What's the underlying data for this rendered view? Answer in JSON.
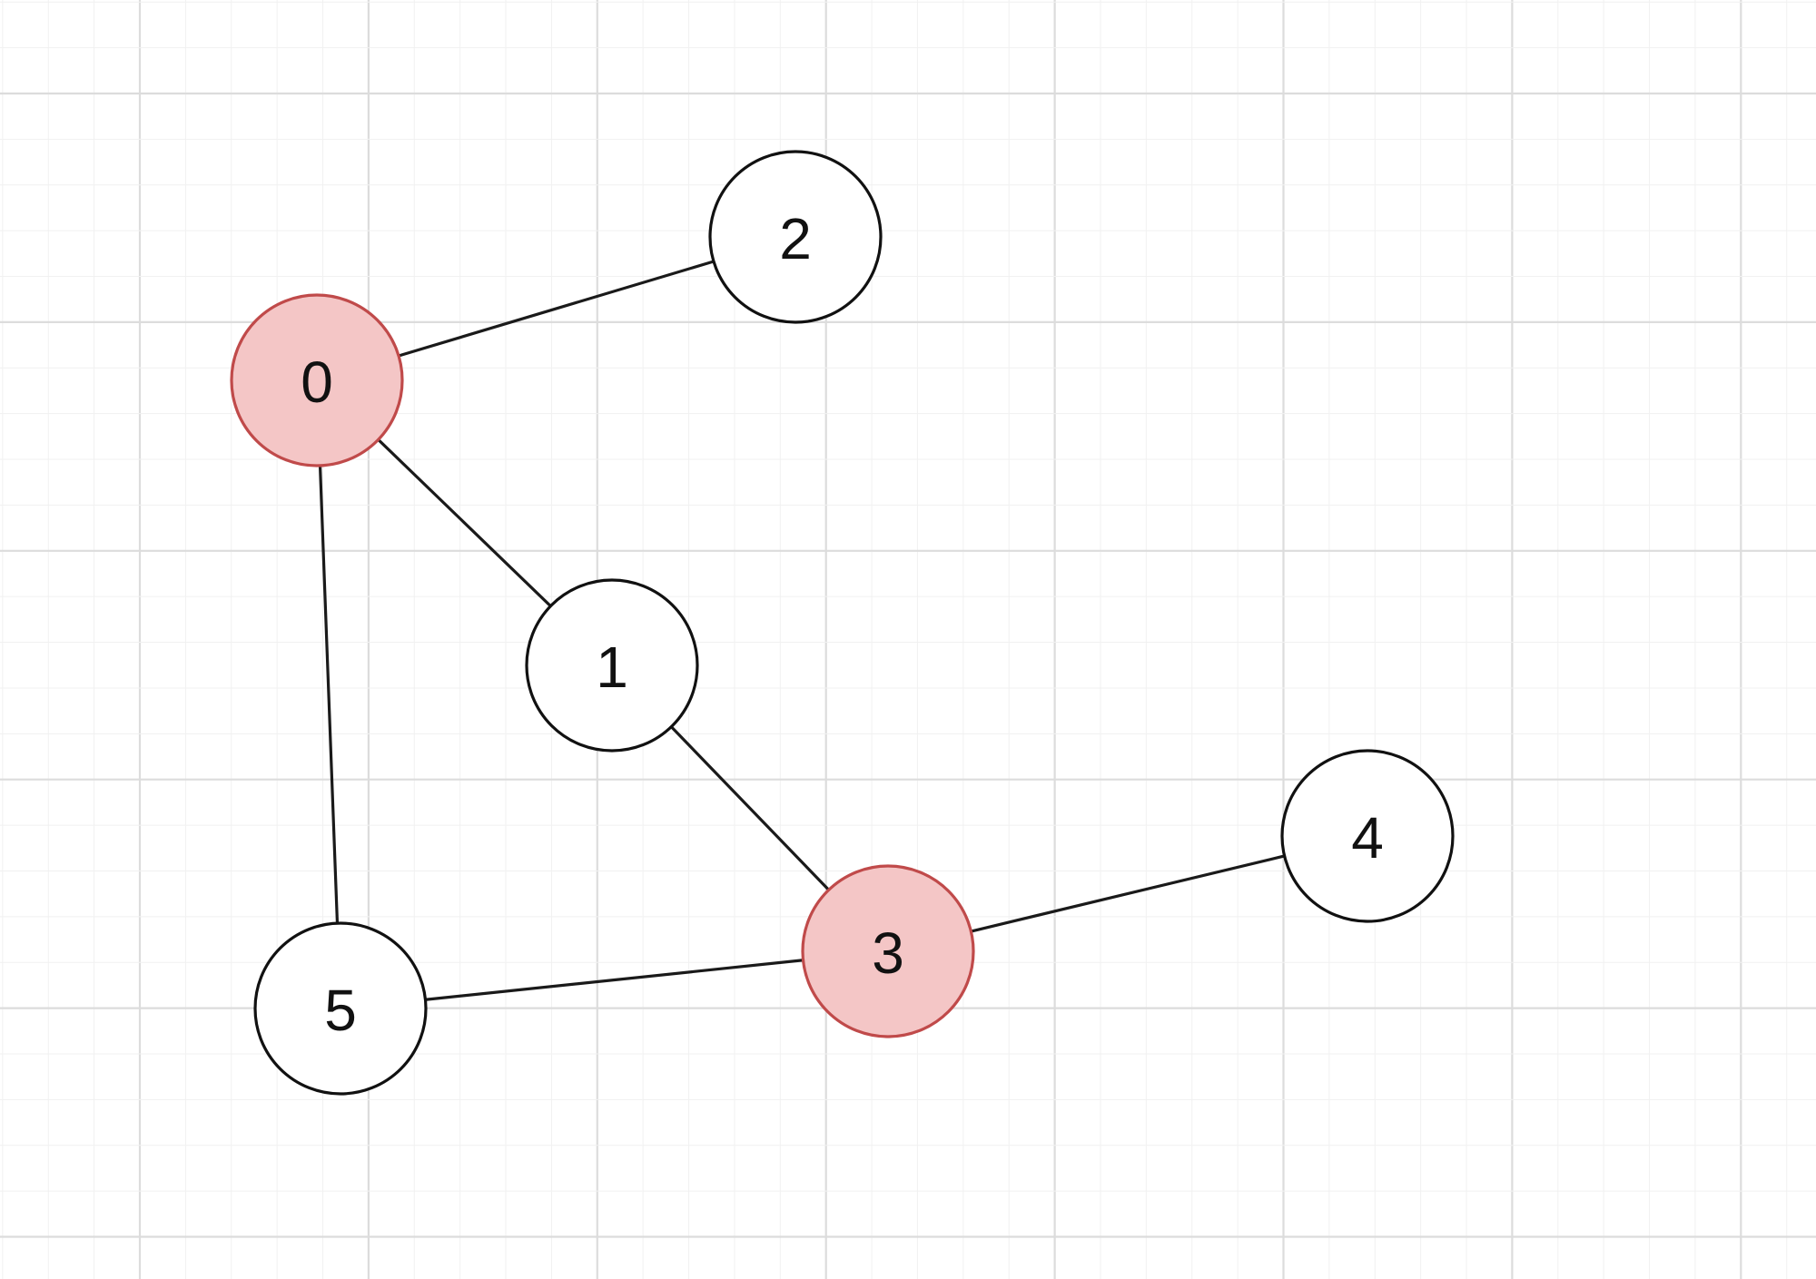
{
  "colors": {
    "background": "#ffffff",
    "grid_minor": "#f1f1f1",
    "grid_major": "#dcdcdc",
    "edge": "#1a1a1a",
    "node_fill": "#ffffff",
    "node_stroke": "#111111",
    "highlight_fill": "#f4c6c6",
    "highlight_stroke": "#c04a4a",
    "label": "#111111"
  },
  "graph": {
    "nodes": [
      {
        "id": "0",
        "label": "0",
        "highlighted": true
      },
      {
        "id": "1",
        "label": "1",
        "highlighted": false
      },
      {
        "id": "2",
        "label": "2",
        "highlighted": false
      },
      {
        "id": "3",
        "label": "3",
        "highlighted": true
      },
      {
        "id": "4",
        "label": "4",
        "highlighted": false
      },
      {
        "id": "5",
        "label": "5",
        "highlighted": false
      }
    ],
    "edges": [
      {
        "from": "0",
        "to": "2"
      },
      {
        "from": "0",
        "to": "1"
      },
      {
        "from": "0",
        "to": "5"
      },
      {
        "from": "1",
        "to": "3"
      },
      {
        "from": "5",
        "to": "3"
      },
      {
        "from": "3",
        "to": "4"
      }
    ]
  }
}
